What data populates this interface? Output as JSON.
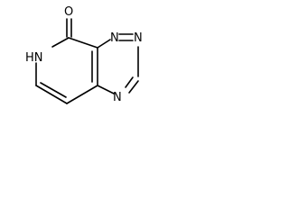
{
  "molecule": {
    "atoms": {
      "oxygen": "O",
      "nh": "HN",
      "n_top": "N",
      "n_top_right": "N",
      "n_bottom": "N"
    }
  }
}
